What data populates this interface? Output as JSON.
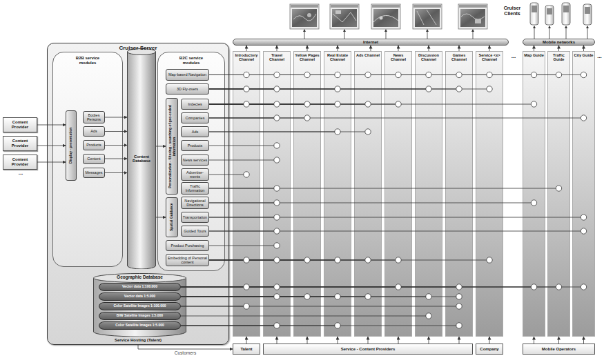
{
  "diagram": {
    "nodes": [
      {
        "text": [
          "Cruiser Server",
          "Service Hosting (Talent)"
        ]
      },
      {
        "text": [
          "B2B service modules"
        ],
        "in": 0
      },
      {
        "text": [
          "Display - presentation"
        ],
        "in": 1
      },
      {
        "text": [
          "Bodies Persons"
        ],
        "in": 1
      },
      {
        "text": [
          "Ads"
        ],
        "in": 1
      },
      {
        "text": [
          "Products"
        ],
        "in": 1
      },
      {
        "text": [
          "Content"
        ],
        "in": 1
      },
      {
        "text": [
          "Messages"
        ],
        "in": 1
      },
      {
        "text": [
          "Content Database"
        ],
        "in": 0
      },
      {
        "text": [
          "B2C service modules"
        ],
        "in": 0
      },
      {
        "text": [
          "Map-based Navigation"
        ],
        "in": 9
      },
      {
        "text": [
          "3D Fly-overs"
        ],
        "in": 9
      },
      {
        "text": [
          "Personalization - filtering - searching of geo-coded information"
        ],
        "in": 9
      },
      {
        "text": [
          "Indecies"
        ],
        "in": 9
      },
      {
        "text": [
          "Companies"
        ],
        "in": 9
      },
      {
        "text": [
          "Ads"
        ],
        "in": 9
      },
      {
        "text": [
          "Products"
        ],
        "in": 9
      },
      {
        "text": [
          "News services"
        ],
        "in": 9
      },
      {
        "text": [
          "Advertise-ments"
        ],
        "in": 9
      },
      {
        "text": [
          "Traffic Information"
        ],
        "in": 9
      },
      {
        "text": [
          "Spatial Guidance"
        ],
        "in": 9
      },
      {
        "text": [
          "Navigational Directions"
        ],
        "in": 9
      },
      {
        "text": [
          "Transportation"
        ],
        "in": 9
      },
      {
        "text": [
          "Guided Tours"
        ],
        "in": 9
      },
      {
        "text": [
          "Product Purchasing"
        ],
        "in": 9
      },
      {
        "text": [
          "Embedding of Personal content"
        ],
        "in": 9
      },
      {
        "text": [
          "Geographic Database"
        ],
        "in": 0
      },
      {
        "text": [
          "Vector data 1:100.000"
        ],
        "in": 26
      },
      {
        "text": [
          "Vector data 1:5.000"
        ],
        "in": 26
      },
      {
        "text": [
          "Color Satellite Images 1:100.000"
        ],
        "in": 26
      },
      {
        "text": [
          "B/W Satellite Images 1:5.000"
        ],
        "in": 26
      },
      {
        "text": [
          "Color Satellite Images 1:5.000"
        ],
        "in": 26
      },
      {
        "text": [
          "Content Provider"
        ]
      },
      {
        "text": [
          "Content Provider"
        ]
      },
      {
        "text": [
          "Content Provider"
        ]
      },
      {
        "text": [
          "Internet"
        ]
      },
      {
        "text": [
          "Mobile networks"
        ]
      },
      {
        "text": [
          "Introductory Channel"
        ]
      },
      {
        "text": [
          "Travel Channel"
        ]
      },
      {
        "text": [
          "Yellow Pages Channel"
        ]
      },
      {
        "text": [
          "Real Estate Channel"
        ]
      },
      {
        "text": [
          "Ads Channel"
        ]
      },
      {
        "text": [
          "News Channel"
        ]
      },
      {
        "text": [
          "Discussion Channel"
        ]
      },
      {
        "text": [
          "Games Channel"
        ]
      },
      {
        "text": [
          "Service <x> Channel"
        ]
      },
      {
        "text": [
          "Map Guide"
        ]
      },
      {
        "text": [
          "Traffic Guide"
        ]
      },
      {
        "text": [
          "City Guide"
        ]
      },
      {
        "text": [
          "Talent"
        ]
      },
      {
        "text": [
          "Service - Content Providers"
        ]
      },
      {
        "text": [
          "Company"
        ]
      },
      {
        "text": [
          "Mobile Operators"
        ]
      }
    ],
    "edges": [
      {
        "from": 32,
        "to": 2,
        "arrow": "to"
      },
      {
        "from": 33,
        "to": 2,
        "arrow": "to"
      },
      {
        "from": 34,
        "to": 2,
        "arrow": "to"
      },
      {
        "from": 3,
        "to": 8,
        "arrow": "to"
      },
      {
        "from": 4,
        "to": 8,
        "arrow": "to"
      },
      {
        "from": 5,
        "to": 8,
        "arrow": "to"
      },
      {
        "from": 6,
        "to": 8,
        "arrow": "to"
      },
      {
        "from": 7,
        "to": 8,
        "arrow": "to"
      },
      {
        "from": 8,
        "to": 12,
        "arrow": "to"
      },
      {
        "from": 8,
        "to": 20,
        "arrow": "to"
      },
      {
        "from": 10,
        "to": 37,
        "arrow": "none"
      },
      {
        "from": 10,
        "to": 38,
        "arrow": "none"
      },
      {
        "from": 10,
        "to": 39,
        "arrow": "none"
      },
      {
        "from": 10,
        "to": 40,
        "arrow": "none"
      },
      {
        "from": 10,
        "to": 41,
        "arrow": "none"
      },
      {
        "from": 10,
        "to": 42,
        "arrow": "none"
      },
      {
        "from": 10,
        "to": 43,
        "arrow": "none"
      },
      {
        "from": 10,
        "to": 44,
        "arrow": "none"
      },
      {
        "from": 10,
        "to": 45,
        "arrow": "none"
      },
      {
        "from": 10,
        "to": 46,
        "arrow": "none"
      },
      {
        "from": 10,
        "to": 47,
        "arrow": "none"
      },
      {
        "from": 10,
        "to": 48,
        "arrow": "none"
      },
      {
        "from": 11,
        "to": 37,
        "arrow": "none"
      },
      {
        "from": 11,
        "to": 38,
        "arrow": "none"
      },
      {
        "from": 11,
        "to": 40,
        "arrow": "none"
      },
      {
        "from": 11,
        "to": 43,
        "arrow": "none"
      },
      {
        "from": 11,
        "to": 44,
        "arrow": "none"
      },
      {
        "from": 11,
        "to": 45,
        "arrow": "none"
      },
      {
        "from": 13,
        "to": 37,
        "arrow": "none"
      },
      {
        "from": 13,
        "to": 38,
        "arrow": "none"
      },
      {
        "from": 13,
        "to": 39,
        "arrow": "none"
      },
      {
        "from": 13,
        "to": 40,
        "arrow": "none"
      },
      {
        "from": 13,
        "to": 41,
        "arrow": "none"
      },
      {
        "from": 13,
        "to": 42,
        "arrow": "none"
      },
      {
        "from": 13,
        "to": 46,
        "arrow": "none"
      },
      {
        "from": 14,
        "to": 38,
        "arrow": "none"
      },
      {
        "from": 14,
        "to": 39,
        "arrow": "none"
      },
      {
        "from": 14,
        "to": 48,
        "arrow": "none"
      },
      {
        "from": 15,
        "to": 40,
        "arrow": "none"
      },
      {
        "from": 15,
        "to": 41,
        "arrow": "none"
      },
      {
        "from": 16,
        "to": 38,
        "arrow": "none"
      },
      {
        "from": 17,
        "to": 38,
        "arrow": "none"
      },
      {
        "from": 18,
        "to": 37,
        "arrow": "none"
      },
      {
        "from": 19,
        "to": 38,
        "arrow": "none"
      },
      {
        "from": 19,
        "to": 47,
        "arrow": "none"
      },
      {
        "from": 21,
        "to": 38,
        "arrow": "none"
      },
      {
        "from": 21,
        "to": 46,
        "arrow": "none"
      },
      {
        "from": 22,
        "to": 38,
        "arrow": "none"
      },
      {
        "from": 22,
        "to": 48,
        "arrow": "none"
      },
      {
        "from": 23,
        "to": 38,
        "arrow": "none"
      },
      {
        "from": 23,
        "to": 48,
        "arrow": "none"
      },
      {
        "from": 24,
        "to": 38,
        "arrow": "none"
      },
      {
        "from": 25,
        "to": 37,
        "arrow": "none"
      },
      {
        "from": 25,
        "to": 38,
        "arrow": "none"
      },
      {
        "from": 25,
        "to": 39,
        "arrow": "none"
      },
      {
        "from": 25,
        "to": 40,
        "arrow": "none"
      },
      {
        "from": 25,
        "to": 41,
        "arrow": "none"
      },
      {
        "from": 25,
        "to": 42,
        "arrow": "none"
      },
      {
        "from": 25,
        "to": 45,
        "arrow": "none"
      },
      {
        "from": 27,
        "to": 37,
        "arrow": "none"
      },
      {
        "from": 27,
        "to": 38,
        "arrow": "none"
      },
      {
        "from": 27,
        "to": 42,
        "arrow": "none"
      },
      {
        "from": 27,
        "to": 44,
        "arrow": "none"
      },
      {
        "from": 27,
        "to": 46,
        "arrow": "none"
      },
      {
        "from": 27,
        "to": 47,
        "arrow": "none"
      },
      {
        "from": 27,
        "to": 48,
        "arrow": "none"
      },
      {
        "from": 28,
        "to": 38,
        "arrow": "none"
      },
      {
        "from": 28,
        "to": 39,
        "arrow": "none"
      },
      {
        "from": 28,
        "to": 40,
        "arrow": "none"
      },
      {
        "from": 28,
        "to": 41,
        "arrow": "none"
      },
      {
        "from": 28,
        "to": 43,
        "arrow": "none"
      },
      {
        "from": 28,
        "to": 44,
        "arrow": "none"
      },
      {
        "from": 29,
        "to": 37,
        "arrow": "none"
      },
      {
        "from": 29,
        "to": 44,
        "arrow": "none"
      },
      {
        "from": 30,
        "to": 43,
        "arrow": "none"
      },
      {
        "from": 31,
        "to": 38,
        "arrow": "none"
      },
      {
        "from": 31,
        "to": 40,
        "arrow": "none"
      },
      {
        "from": 31,
        "to": 44,
        "arrow": "none"
      },
      {
        "from": 37,
        "to": 35,
        "arrow": "to"
      },
      {
        "from": 38,
        "to": 35,
        "arrow": "to"
      },
      {
        "from": 39,
        "to": 35,
        "arrow": "to"
      },
      {
        "from": 40,
        "to": 35,
        "arrow": "to"
      },
      {
        "from": 41,
        "to": 35,
        "arrow": "to"
      },
      {
        "from": 42,
        "to": 35,
        "arrow": "to"
      },
      {
        "from": 43,
        "to": 35,
        "arrow": "to"
      },
      {
        "from": 44,
        "to": 35,
        "arrow": "to"
      },
      {
        "from": 45,
        "to": 35,
        "arrow": "to"
      },
      {
        "from": 46,
        "to": 36,
        "arrow": "to"
      },
      {
        "from": 47,
        "to": 36,
        "arrow": "to"
      },
      {
        "from": 48,
        "to": 36,
        "arrow": "to"
      },
      {
        "from": 49,
        "to": 37,
        "arrow": "to"
      },
      {
        "from": 50,
        "to": 38,
        "arrow": "to"
      },
      {
        "from": 50,
        "to": 39,
        "arrow": "to"
      },
      {
        "from": 50,
        "to": 40,
        "arrow": "to"
      },
      {
        "from": 50,
        "to": 41,
        "arrow": "to"
      },
      {
        "from": 50,
        "to": 42,
        "arrow": "to"
      },
      {
        "from": 50,
        "to": 43,
        "arrow": "to"
      },
      {
        "from": 50,
        "to": 44,
        "arrow": "to"
      },
      {
        "from": 51,
        "to": 45,
        "arrow": "to"
      },
      {
        "from": 52,
        "to": 46,
        "arrow": "to"
      },
      {
        "from": 52,
        "to": 47,
        "arrow": "to"
      },
      {
        "from": 52,
        "to": 48,
        "arrow": "to"
      },
      {
        "from": 0,
        "to": 49,
        "label": "Customers",
        "arrow": "to"
      }
    ],
    "labels": [
      "Cruiser Clients",
      "...",
      "...",
      "..."
    ]
  }
}
